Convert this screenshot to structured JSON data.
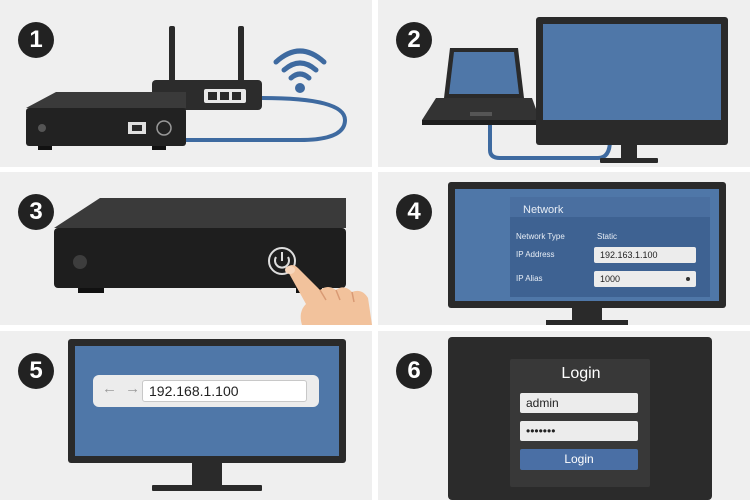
{
  "steps": {
    "s1": "1",
    "s2": "2",
    "s3": "3",
    "s4": "4",
    "s5": "5",
    "s6": "6"
  },
  "network_screen": {
    "title": "Network",
    "network_type_label": "Network Type",
    "network_type_value": "Static",
    "ip_address_label": "IP Address",
    "ip_address_value": "192.163.1.100",
    "ip_alias_label": "IP Alias",
    "ip_alias_value": "1000"
  },
  "browser": {
    "url": "192.168.1.100",
    "nav_arrows": "← →"
  },
  "login": {
    "title": "Login",
    "username": "admin",
    "password_mask": "•••••••",
    "button_label": "Login"
  },
  "colors": {
    "panel_bg": "#efefef",
    "device_dark": "#2a2a2a",
    "screen_blue": "#4f77a8",
    "cable_blue": "#3e6aa0",
    "login_bg": "#2b2b2b"
  }
}
